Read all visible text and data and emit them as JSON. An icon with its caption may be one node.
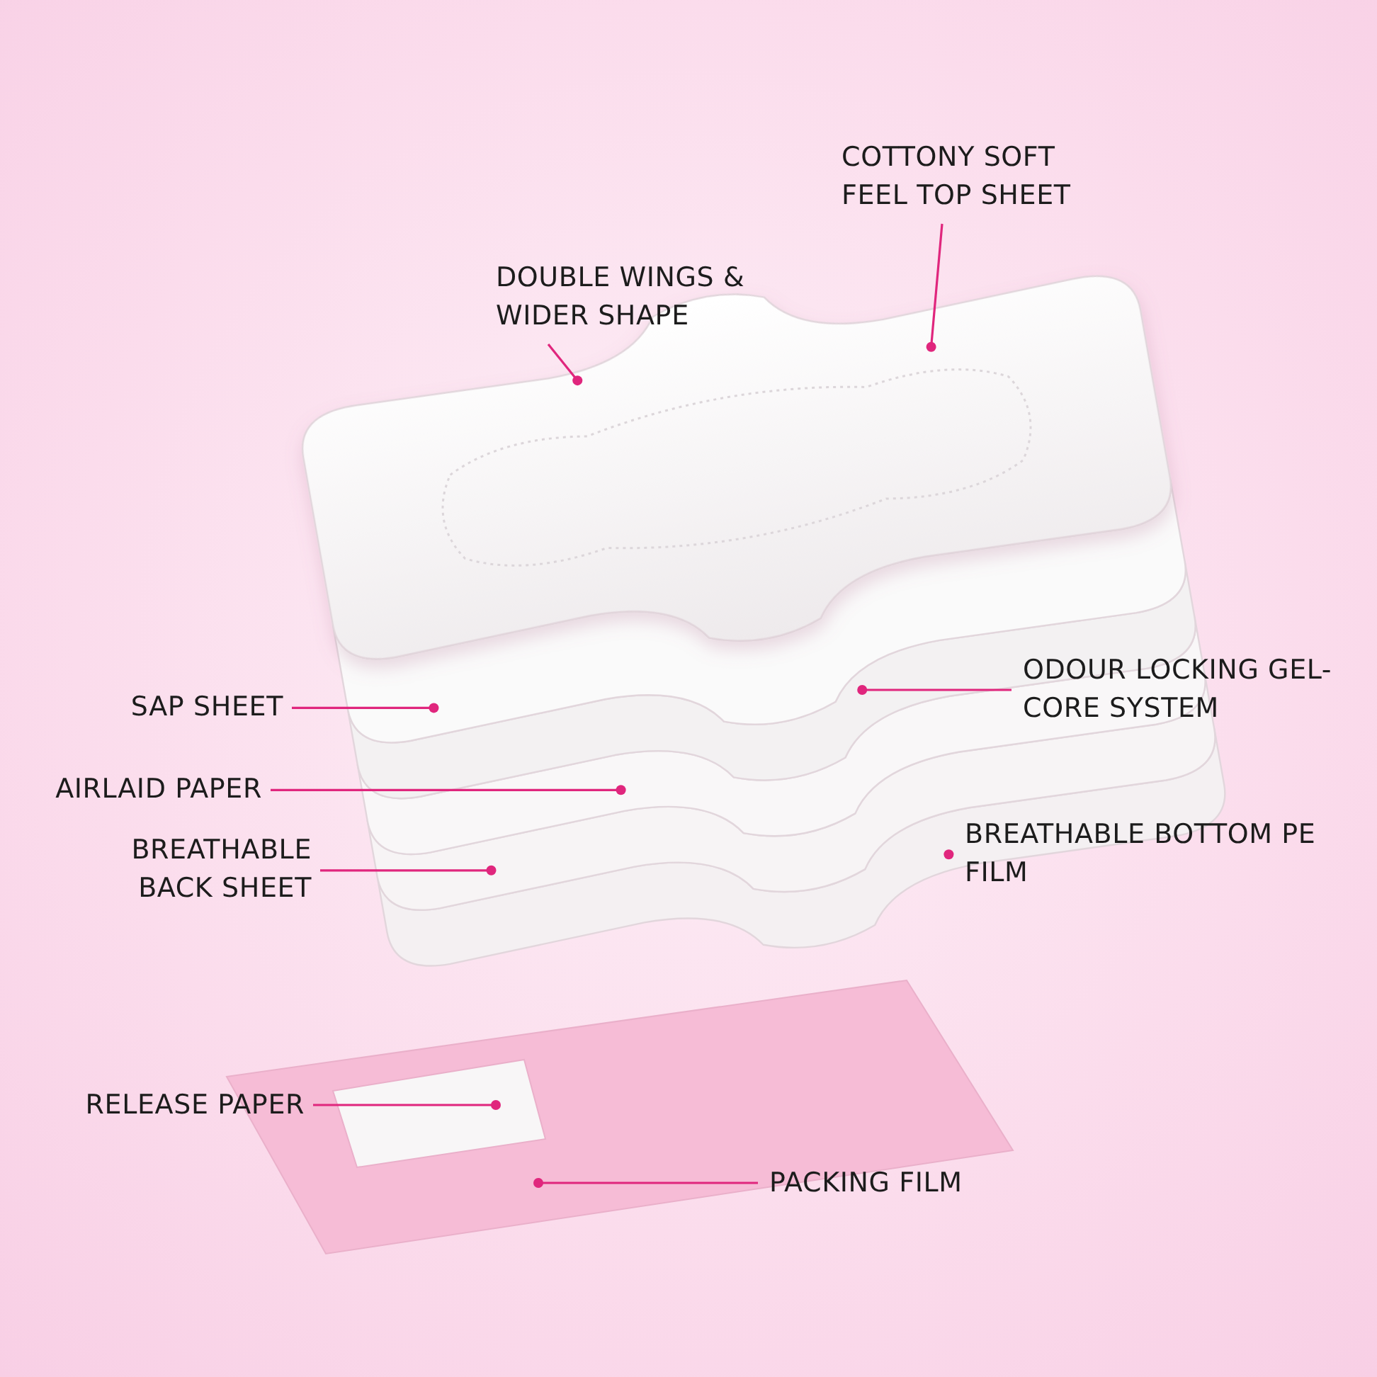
{
  "diagram": {
    "nodes": [
      {
        "text": [
          "COTTONY SOFT FEEL TOP SHEET"
        ]
      },
      {
        "text": [
          "DOUBLE WINGS & WIDER SHAPE"
        ]
      },
      {
        "text": [
          "SAP SHEET"
        ]
      },
      {
        "text": [
          "ODOUR LOCKING GEL-CORE SYSTEM"
        ]
      },
      {
        "text": [
          "AIRLAID PAPER"
        ]
      },
      {
        "text": [
          "BREATHABLE BACK SHEET"
        ]
      },
      {
        "text": [
          "BREATHABLE BOTTOM PE FILM"
        ]
      },
      {
        "text": [
          "RELEASE PAPER"
        ]
      },
      {
        "text": [
          "PACKING FILM"
        ]
      },
      {
        "text": [],
        "shape": "picture"
      },
      {
        "text": [],
        "shape": "picture"
      },
      {
        "text": [],
        "shape": "picture"
      },
      {
        "text": [],
        "shape": "picture"
      },
      {
        "text": [],
        "shape": "picture"
      },
      {
        "text": [],
        "shape": "picture"
      },
      {
        "text": [],
        "shape": "box",
        "in": 16
      },
      {
        "text": [],
        "shape": "box"
      }
    ],
    "edges": [
      {
        "from": 0,
        "to": 9,
        "arrow": "other"
      },
      {
        "from": 1,
        "to": 9,
        "arrow": "other"
      },
      {
        "from": 2,
        "to": 10,
        "arrow": "other"
      },
      {
        "from": 3,
        "to": 11,
        "arrow": "other"
      },
      {
        "from": 4,
        "to": 12,
        "arrow": "other"
      },
      {
        "from": 5,
        "to": 13,
        "arrow": "other"
      },
      {
        "from": 6,
        "to": 14,
        "arrow": "other"
      },
      {
        "from": 7,
        "to": 15,
        "arrow": "other"
      },
      {
        "from": 8,
        "to": 16,
        "arrow": "other"
      }
    ]
  }
}
